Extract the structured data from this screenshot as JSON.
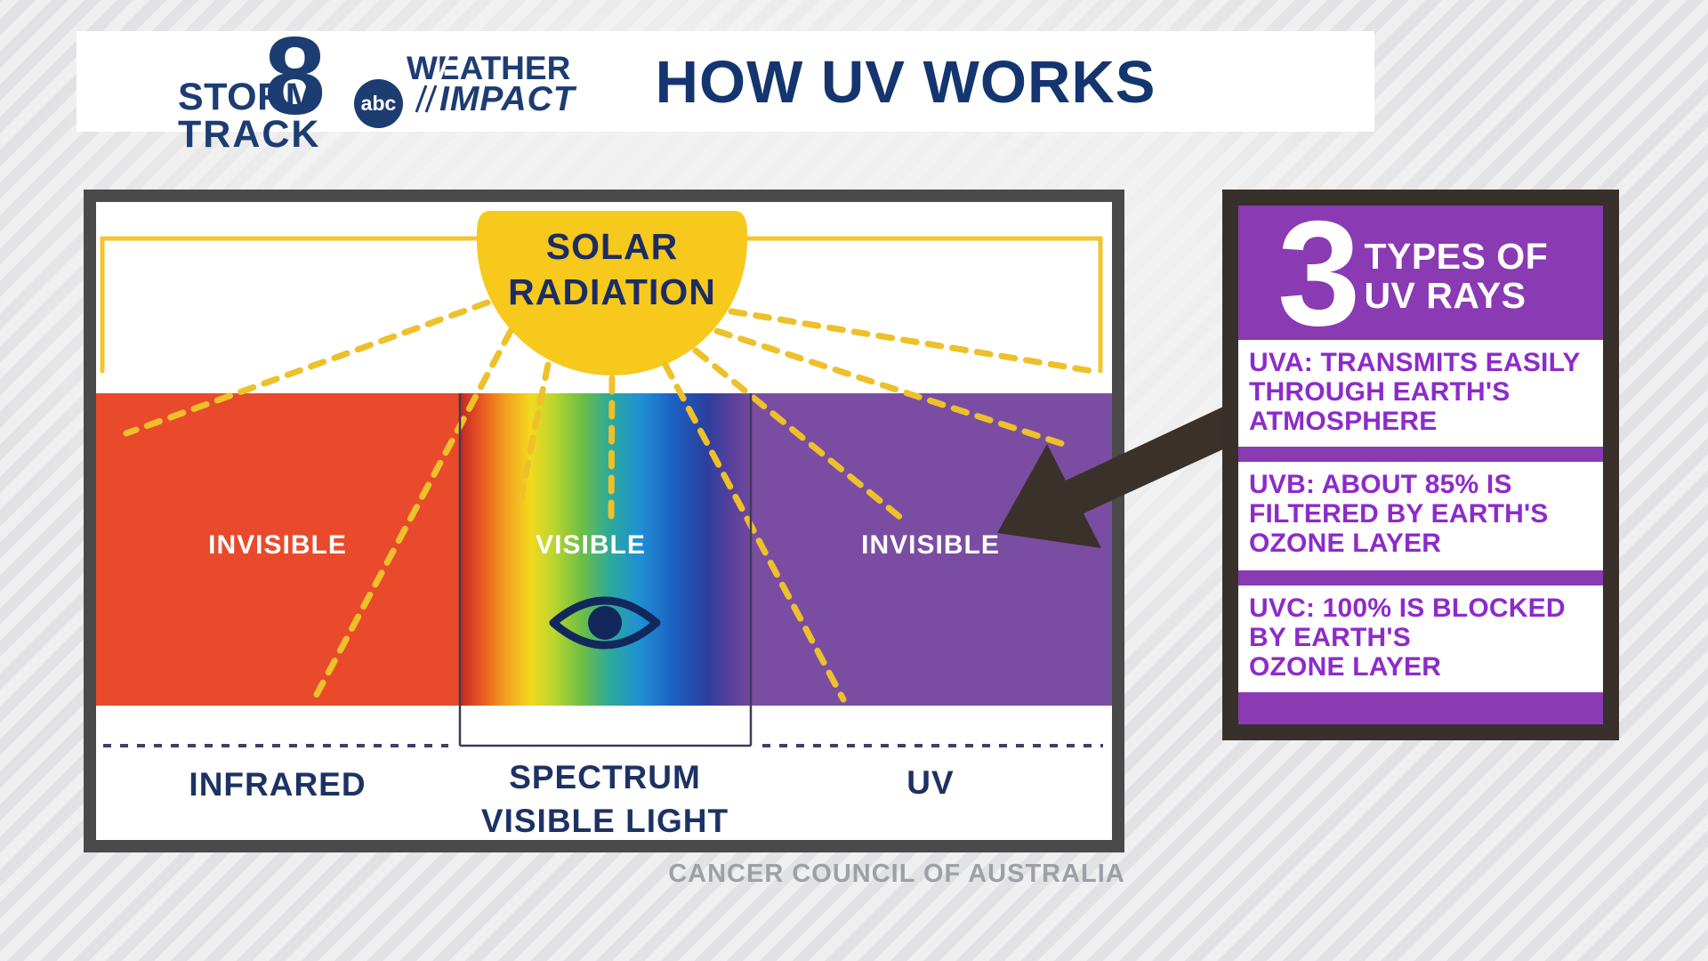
{
  "header": {
    "logo": {
      "line1": "STORM",
      "line2": "TRACK",
      "channel_number": "8",
      "network": "abc",
      "brand_line1": "WEATHER",
      "brand_line2": "IMPACT"
    },
    "title": "HOW UV WORKS"
  },
  "diagram": {
    "sun": {
      "label_line1": "SOLAR",
      "label_line2": "RADIATION"
    },
    "panels": [
      {
        "id": "infrared",
        "overlay_label": "INVISIBLE",
        "axis_label": "INFRARED"
      },
      {
        "id": "visible-spectrum",
        "overlay_label": "VISIBLE",
        "axis_label_line1": "SPECTRUM",
        "axis_label_line2": "VISIBLE LIGHT"
      },
      {
        "id": "uv",
        "overlay_label": "INVISIBLE",
        "axis_label": "UV"
      }
    ],
    "source": "CANCER COUNCIL OF AUSTRALIA"
  },
  "uv_panel": {
    "count": "3",
    "heading_line1": "TYPES OF",
    "heading_line2": "UV RAYS",
    "items": [
      {
        "name": "UVA",
        "lines": [
          "UVA: TRANSMITS EASILY",
          "THROUGH EARTH'S",
          "ATMOSPHERE"
        ]
      },
      {
        "name": "UVB",
        "lines": [
          "UVB: ABOUT 85% IS",
          "FILTERED BY EARTH'S",
          "OZONE LAYER"
        ]
      },
      {
        "name": "UVC",
        "lines": [
          "UVC: 100% IS BLOCKED",
          "BY EARTH'S",
          "OZONE LAYER"
        ]
      }
    ]
  },
  "colors": {
    "navy": "#1d3c72",
    "title_navy": "#14356f",
    "sun_yellow": "#f7c91c",
    "ray_yellow": "#eec02a",
    "infrared_orange": "#e84a2b",
    "uv_band_purple": "#7a4da2",
    "panel_purple": "#8a3ab2",
    "panel_text_purple": "#8d2bc9",
    "panel_frame_brown": "#38302b",
    "diagram_frame_gray": "#4a4a4a",
    "source_gray": "#9ba1a6",
    "background_gray": "#e8e8ea"
  }
}
